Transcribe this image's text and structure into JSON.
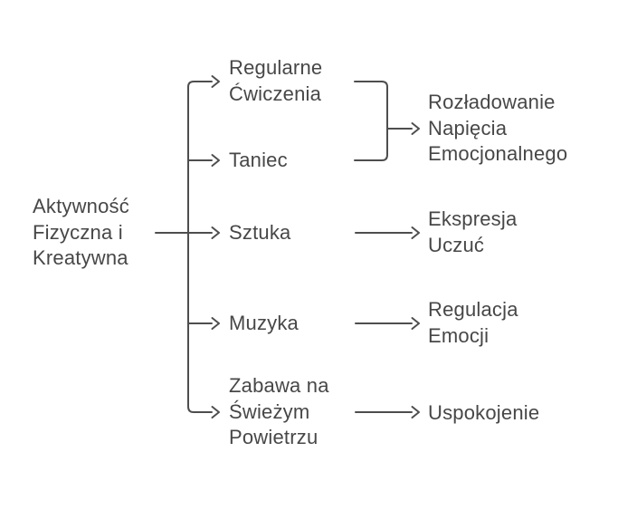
{
  "colors": {
    "background": "#ffffff",
    "line": "#4e4e4e",
    "text": "#474747"
  },
  "diagram": {
    "type": "flowchart-left-to-right",
    "root": {
      "id": "aktywnosc",
      "label": "Aktywność\nFizyczna i\nKreatywna"
    },
    "branches": [
      {
        "id": "regularne-cwiczenia",
        "label": "Regularne\nĆwiczenia"
      },
      {
        "id": "taniec",
        "label": "Taniec"
      },
      {
        "id": "sztuka",
        "label": "Sztuka"
      },
      {
        "id": "muzyka",
        "label": "Muzyka"
      },
      {
        "id": "zabawa",
        "label": "Zabawa na\nŚwieżym\nPowietrzu"
      }
    ],
    "outcomes": [
      {
        "id": "rozladowanie",
        "label": "Rozładowanie\nNapięcia\nEmocjonalnego"
      },
      {
        "id": "ekspresja",
        "label": "Ekspresja\nUczuć"
      },
      {
        "id": "regulacja",
        "label": "Regulacja\nEmocji"
      },
      {
        "id": "uspokojenie",
        "label": "Uspokojenie"
      }
    ],
    "edges": [
      {
        "from": "aktywnosc",
        "to": "regularne-cwiczenia"
      },
      {
        "from": "aktywnosc",
        "to": "taniec"
      },
      {
        "from": "aktywnosc",
        "to": "sztuka"
      },
      {
        "from": "aktywnosc",
        "to": "muzyka"
      },
      {
        "from": "aktywnosc",
        "to": "zabawa"
      },
      {
        "from": "regularne-cwiczenia",
        "to": "rozladowanie"
      },
      {
        "from": "taniec",
        "to": "rozladowanie"
      },
      {
        "from": "sztuka",
        "to": "ekspresja"
      },
      {
        "from": "muzyka",
        "to": "regulacja"
      },
      {
        "from": "zabawa",
        "to": "uspokojenie"
      }
    ]
  }
}
